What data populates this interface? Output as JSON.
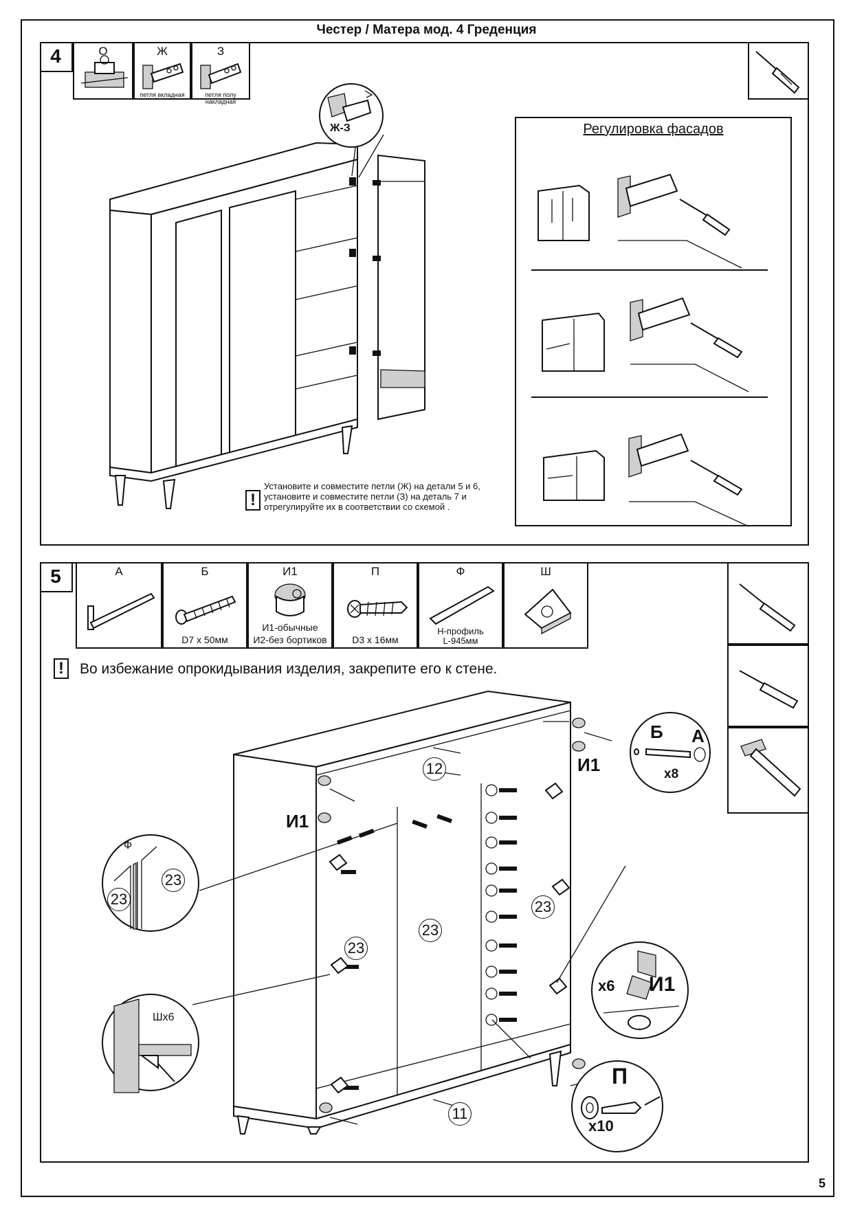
{
  "header": {
    "title": "Честер / Матера мод. 4 Греденция"
  },
  "step4": {
    "number": "4",
    "parts": [
      {
        "label": "О",
        "caption": ""
      },
      {
        "label": "Ж",
        "caption": "петля вкладная"
      },
      {
        "label": "З",
        "caption": "петля полу накладная"
      }
    ],
    "zoom_label": "Ж-З",
    "adjust_title": "Регулировка фасадов",
    "note": [
      "Установите и совместите петли (Ж) на детали 5 и 6,",
      "установите и совместите петли (З) на деталь 7 и",
      "отрегулируйте их в соответствии со схемой ."
    ],
    "warning_symbol": "!"
  },
  "step5": {
    "number": "5",
    "parts": [
      {
        "label": "А",
        "caption": ""
      },
      {
        "label": "Б",
        "caption": "D7 x 50мм"
      },
      {
        "label": "И1",
        "caption_lines": [
          "И1-обычные",
          "И2-без бортиков"
        ]
      },
      {
        "label": "П",
        "caption": "D3 x 16мм"
      },
      {
        "label": "Ф",
        "caption_lines": [
          "Н-профиль",
          "L-945мм"
        ]
      },
      {
        "label": "Ш",
        "caption": ""
      }
    ],
    "warning_symbol": "!",
    "warning": "Во избежание опрокидывания изделия, закрепите его к стене.",
    "callouts": {
      "b": "Б",
      "a": "А",
      "x8": "x8",
      "i1_top": "И1",
      "i1_left": "И1",
      "x6": "x6",
      "i1_right": "И1",
      "p": "П",
      "x10": "x10",
      "f": "Ф",
      "sh_x6": "Шx6"
    },
    "panel_numbers": {
      "n12": "12",
      "n11": "11",
      "n23_left": "23",
      "n23_mid": "23",
      "n23_right": "23",
      "n23_detail_a": "23",
      "n23_detail_b": "23"
    }
  },
  "page_number": "5"
}
